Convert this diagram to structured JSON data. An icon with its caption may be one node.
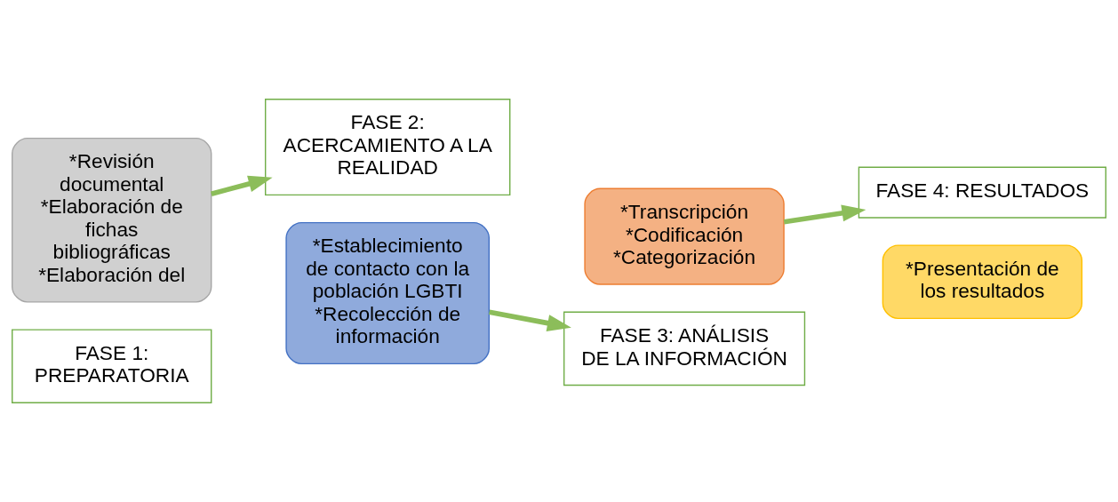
{
  "diagram": {
    "nodes": [
      {
        "text": [
          "*Revisión documental",
          "*Elaboración de fichas bibliográficas",
          "*Elaboración del"
        ]
      },
      {
        "text": [
          "FASE 1: PREPARATORIA"
        ]
      },
      {
        "text": [
          "*Establecimiento de contacto con la población LGBTI",
          "*Recolección de información"
        ]
      },
      {
        "text": [
          "FASE 2: ACERCAMIENTO A LA REALIDAD"
        ]
      },
      {
        "text": [
          "*Transcripción",
          "*Codificación",
          "*Categorización"
        ]
      },
      {
        "text": [
          "FASE 3: ANÁLISIS DE LA INFORMACIÓN"
        ]
      },
      {
        "text": [
          "*Presentación de los resultados"
        ]
      },
      {
        "text": [
          "FASE 4: RESULTADOS"
        ]
      }
    ],
    "edges": [
      {
        "from": 0,
        "to": 3,
        "arrow": "to"
      },
      {
        "from": 2,
        "to": 5,
        "arrow": "to"
      },
      {
        "from": 4,
        "to": 7,
        "arrow": "to"
      }
    ]
  }
}
